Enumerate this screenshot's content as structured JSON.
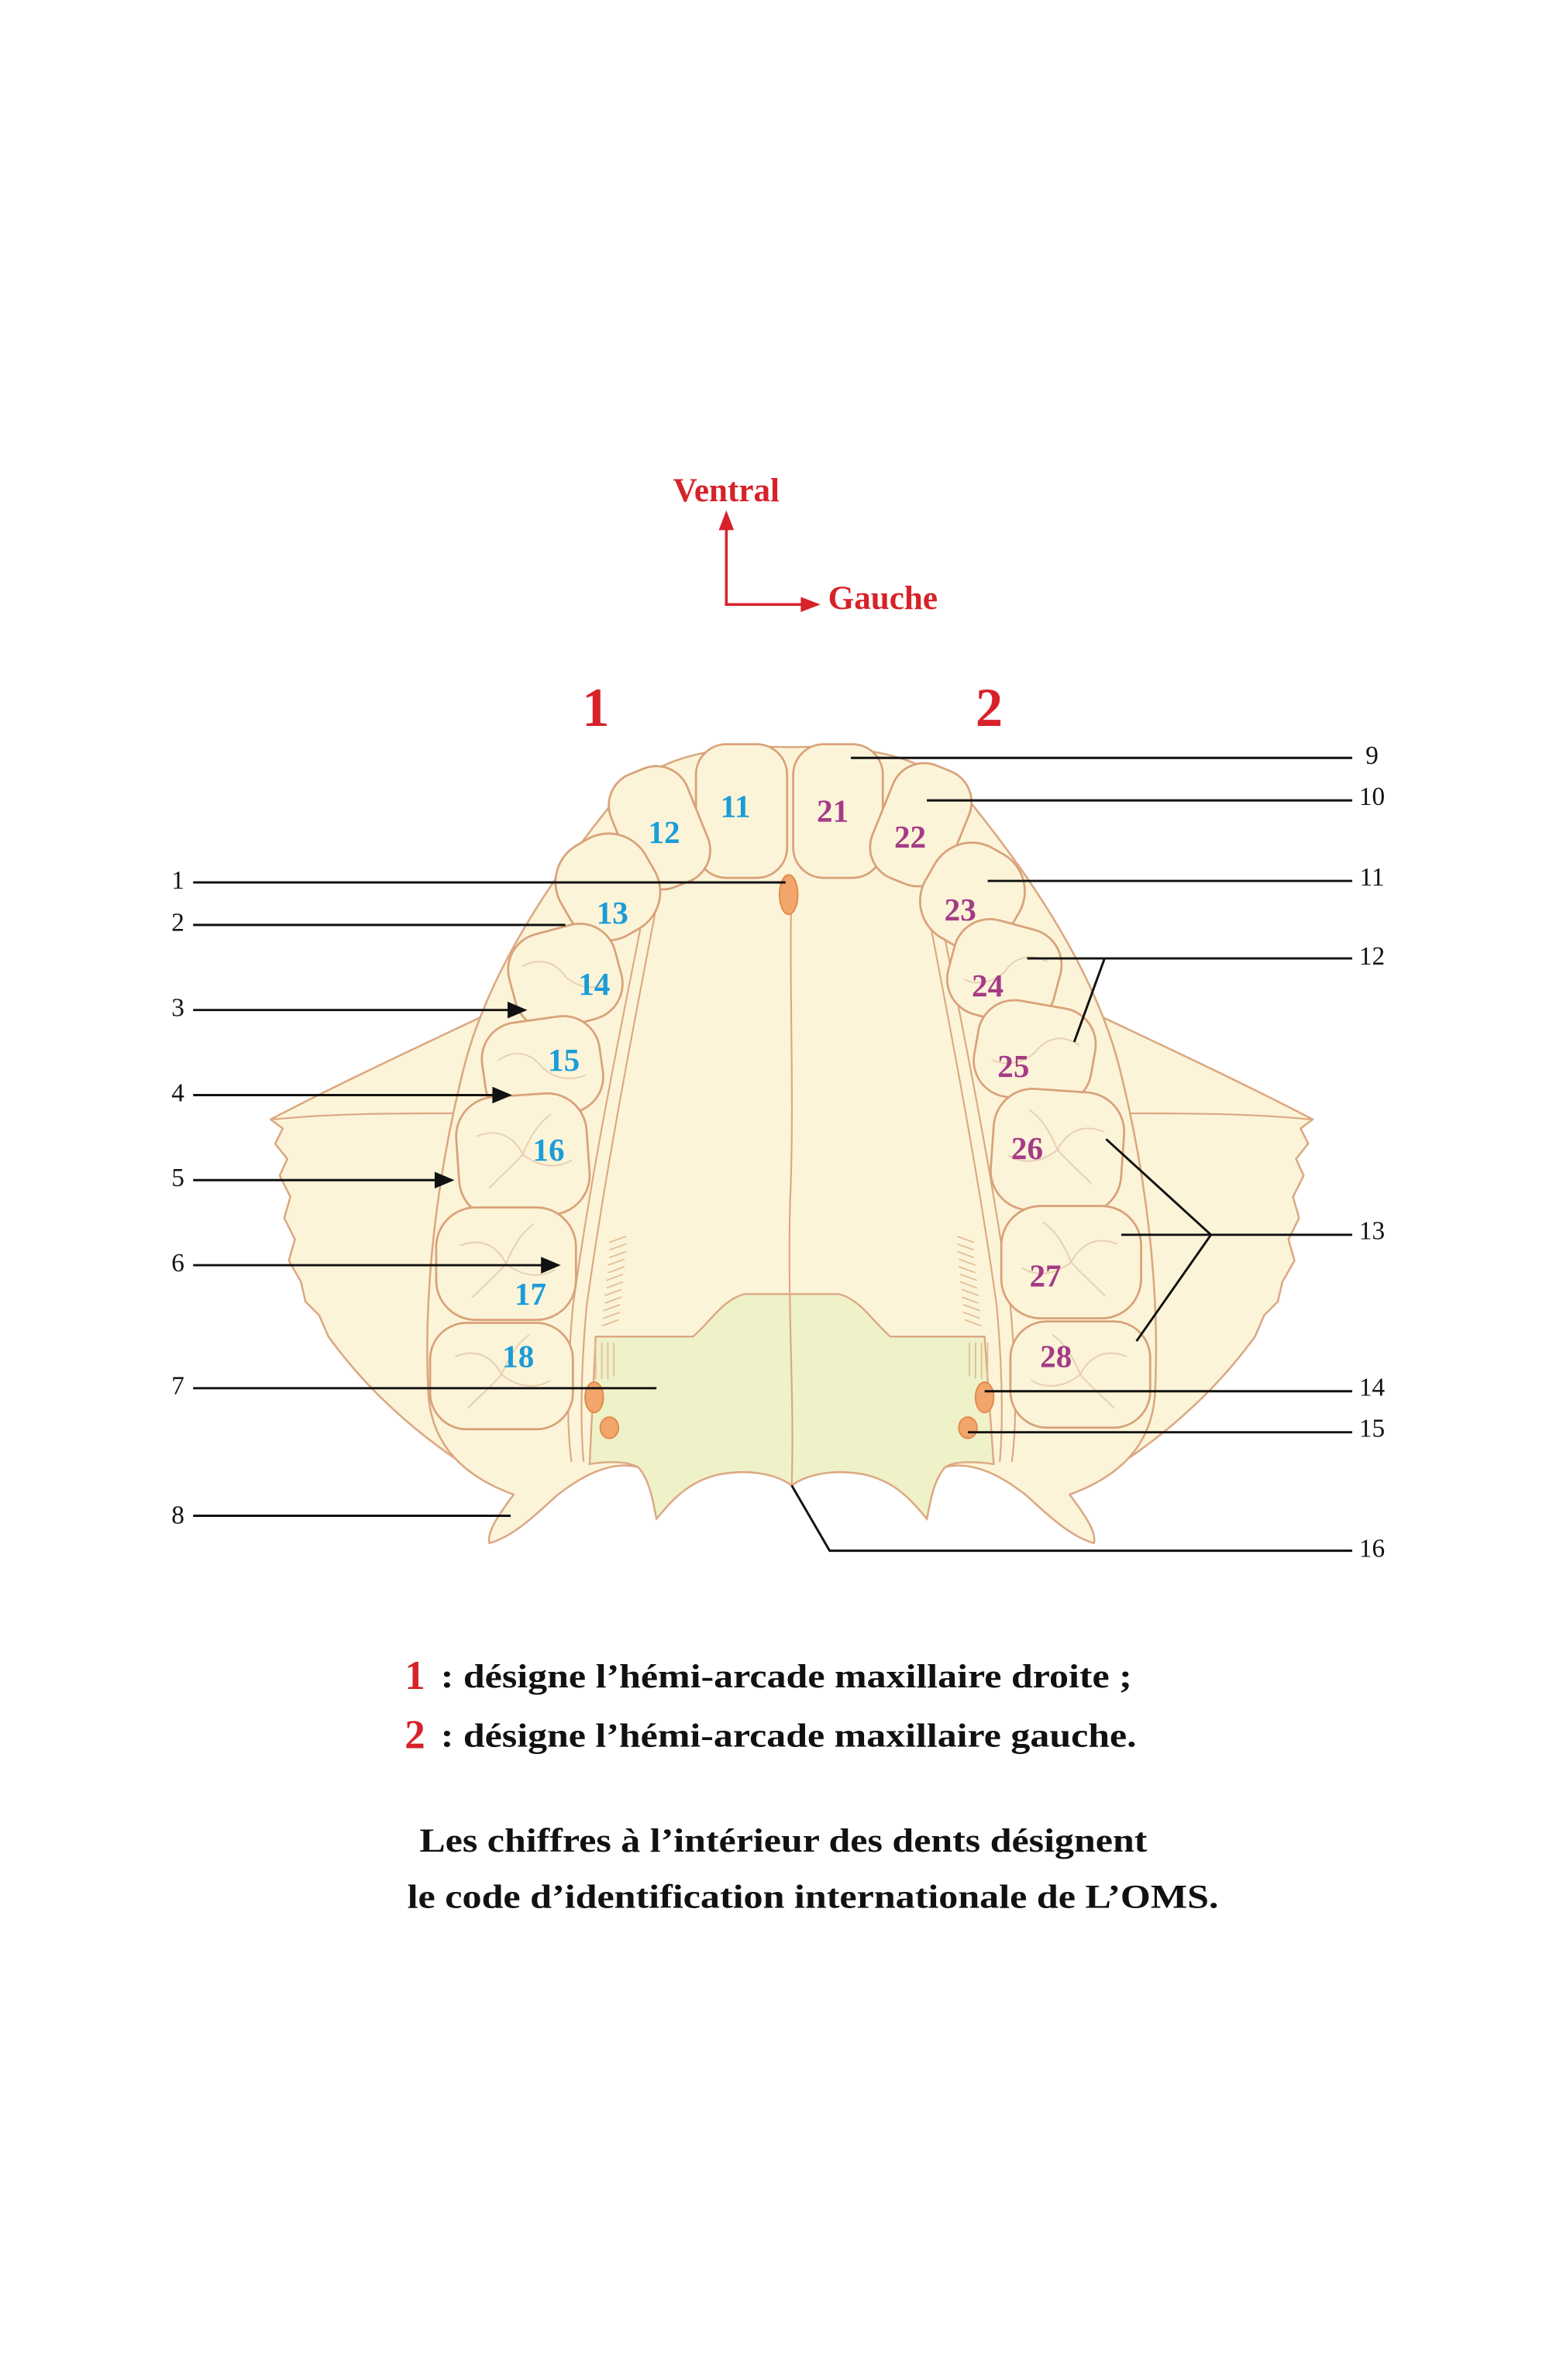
{
  "orientation": {
    "up_label": "Ventral",
    "right_label": "Gauche"
  },
  "hemi_arcade_numbers": {
    "right": "1",
    "left": "2"
  },
  "teeth": {
    "right": [
      "11",
      "12",
      "13",
      "14",
      "15",
      "16",
      "17",
      "18"
    ],
    "left": [
      "21",
      "22",
      "23",
      "24",
      "25",
      "26",
      "27",
      "28"
    ]
  },
  "callouts": {
    "left": [
      "1",
      "2",
      "3",
      "4",
      "5",
      "6",
      "7",
      "8"
    ],
    "right": [
      "9",
      "10",
      "11",
      "12",
      "13",
      "14",
      "15",
      "16"
    ]
  },
  "legend": {
    "line1": {
      "number": "1",
      "text": ": désigne l’hémi-arcade maxillaire droite ;"
    },
    "line2": {
      "number": "2",
      "text": ": désigne l’hémi-arcade maxillaire gauche."
    }
  },
  "note": [
    "Les chiffres à l’intérieur des dents désignent",
    "le code d’identification internationale de L’OMS."
  ],
  "colors": {
    "accent_red": "#d7222a",
    "right_teeth_blue": "#1b9cd8",
    "left_teeth_purple": "#a53b86",
    "bone": "#fcf4d8",
    "outline": "#dba882",
    "foramen_orange": "#f3a66b"
  }
}
